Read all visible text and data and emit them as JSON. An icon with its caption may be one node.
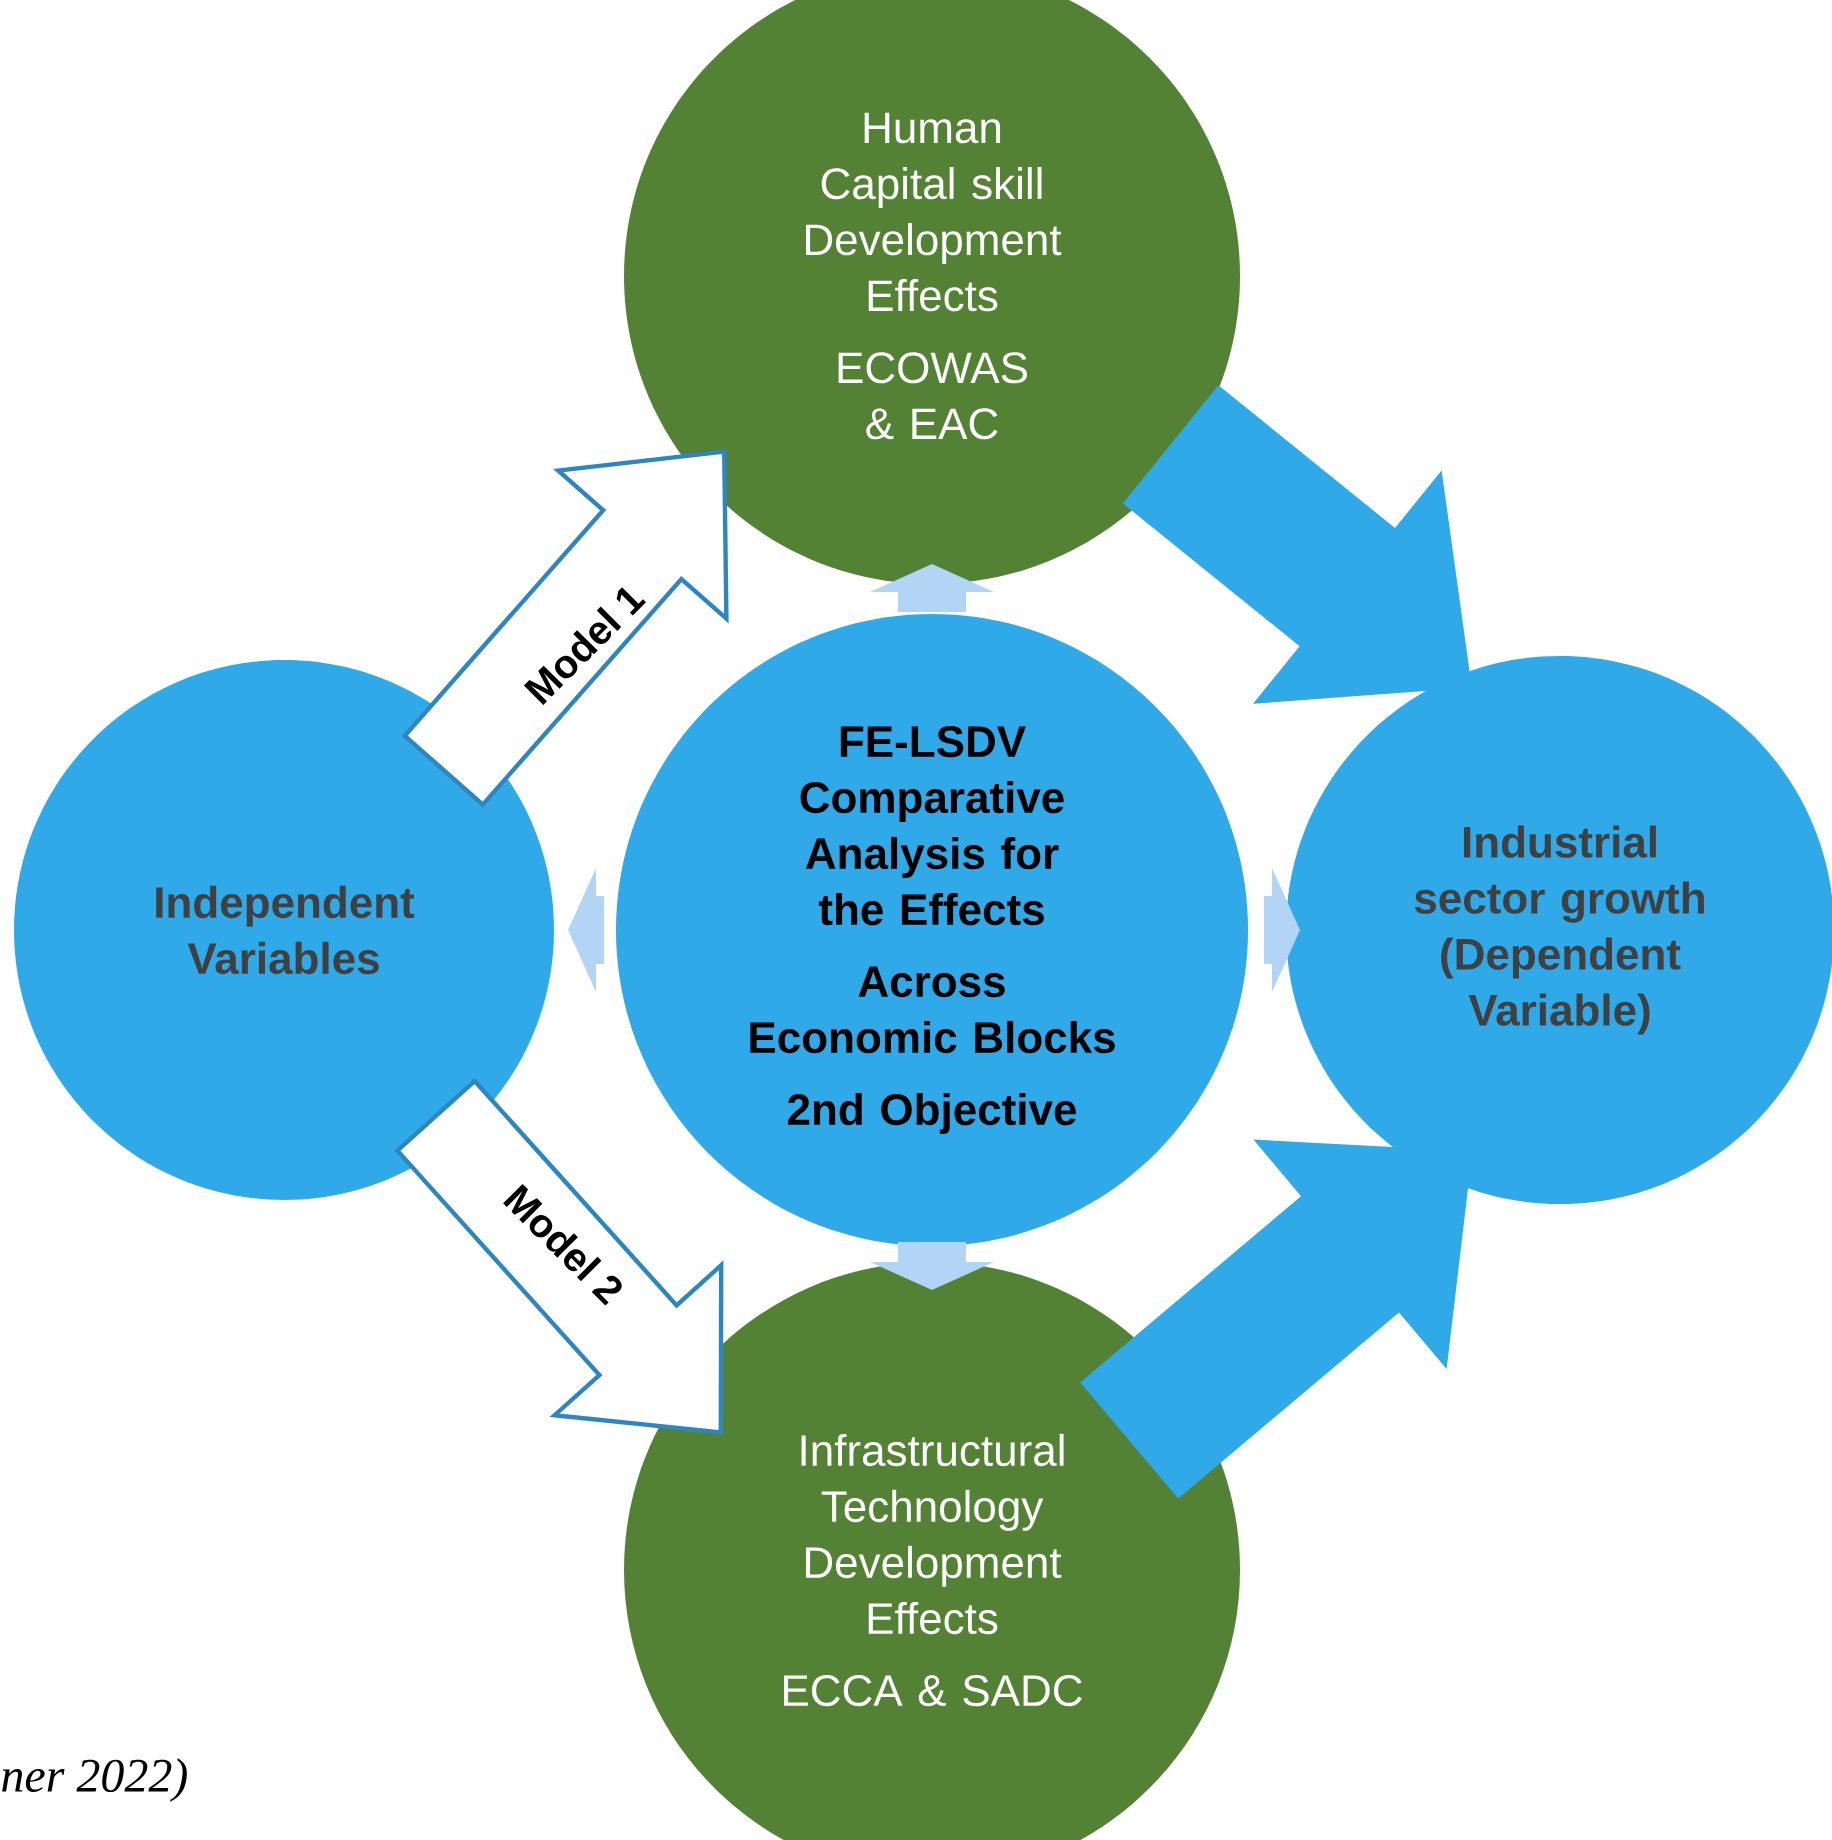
{
  "diagram": {
    "nodes": [
      {
        "text": [
          "Independent Variables"
        ]
      },
      {
        "text": [
          "Human Capital skill Development Effects",
          "ECOWAS & EAC"
        ]
      },
      {
        "text": [
          "FE-LSDV Comparative Analysis for the Effects",
          "Across Economic Blocks",
          "2nd Objective"
        ]
      },
      {
        "text": [
          "Industrial sector growth (Dependent Variable)"
        ]
      },
      {
        "text": [
          "Infrastructural Technology Development Effects",
          "ECCA & SADC"
        ]
      }
    ],
    "edges": [
      {
        "from": 0,
        "to": 1,
        "arrow": "to",
        "label": "Model 1",
        "color": "#2e86c1"
      },
      {
        "from": 0,
        "to": 4,
        "arrow": "to",
        "label": "Model 2",
        "color": "#2e86c1"
      },
      {
        "from": 1,
        "to": 3,
        "arrow": "to"
      },
      {
        "from": 4,
        "to": 3,
        "arrow": "to"
      },
      {
        "from": 2,
        "to": 1,
        "arrow": "to",
        "color": "#b3d5f5"
      },
      {
        "from": 2,
        "to": 0,
        "arrow": "to",
        "color": "#b3d5f5"
      },
      {
        "from": 2,
        "to": 3,
        "arrow": "to",
        "color": "#b3d5f5"
      },
      {
        "from": 2,
        "to": 4,
        "arrow": "to",
        "color": "#b3d5f5"
      }
    ],
    "labels": [
      "ner 2022)"
    ]
  }
}
